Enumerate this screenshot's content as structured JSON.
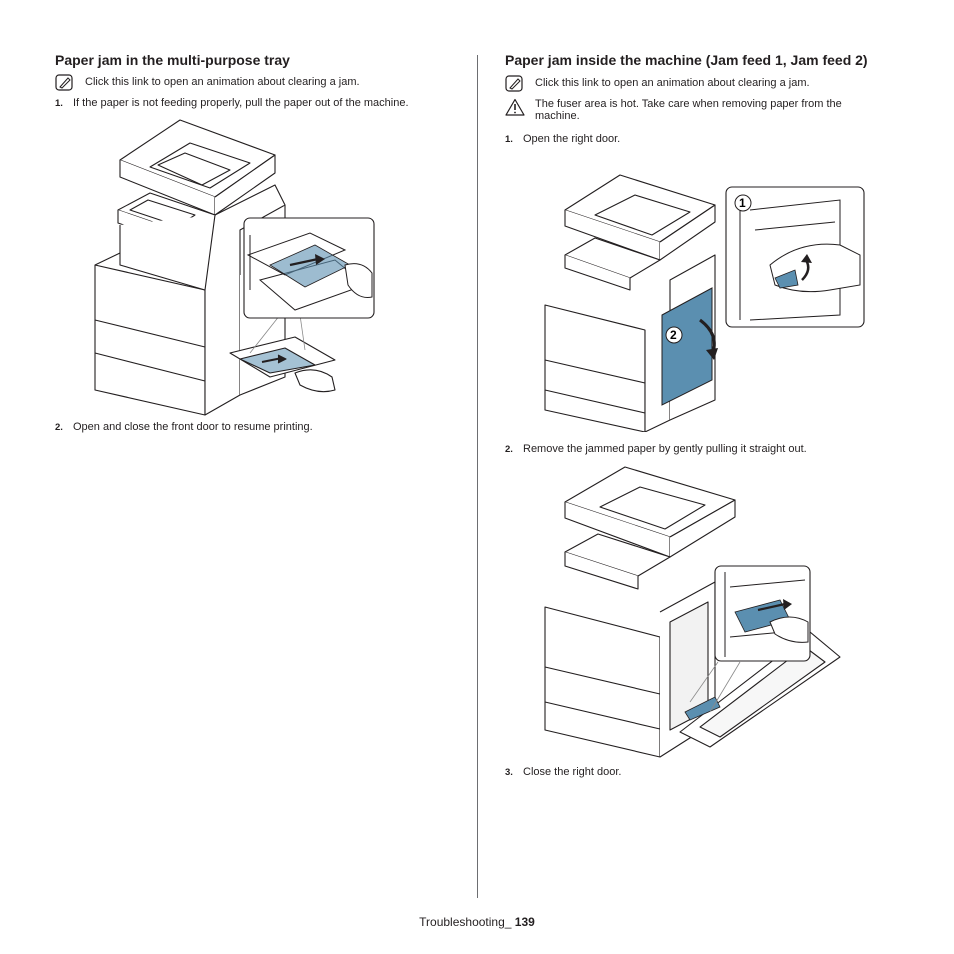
{
  "left": {
    "heading": "Paper jam in the multi-purpose tray",
    "note": "Click this link to open an animation about clearing a jam.",
    "steps": [
      {
        "num": "1.",
        "text": "If the paper is not feeding properly, pull the paper out of the machine."
      },
      {
        "num": "2.",
        "text": "Open and close the front door to resume printing."
      }
    ]
  },
  "right": {
    "heading": "Paper jam inside the machine (Jam feed 1, Jam feed 2)",
    "note": "Click this link to open an animation about clearing a jam.",
    "warning": "The fuser area is hot. Take care when removing paper from the machine.",
    "steps": [
      {
        "num": "1.",
        "text": "Open the right door."
      },
      {
        "num": "2.",
        "text": "Remove the jammed paper by gently pulling it straight out."
      },
      {
        "num": "3.",
        "text": "Close the right door."
      }
    ],
    "callouts": [
      "1",
      "2"
    ]
  },
  "footer": {
    "label": "Troubleshooting_",
    "page": "139"
  },
  "colors": {
    "accent_blue": "#5b8fb0",
    "line": "#231f20"
  }
}
